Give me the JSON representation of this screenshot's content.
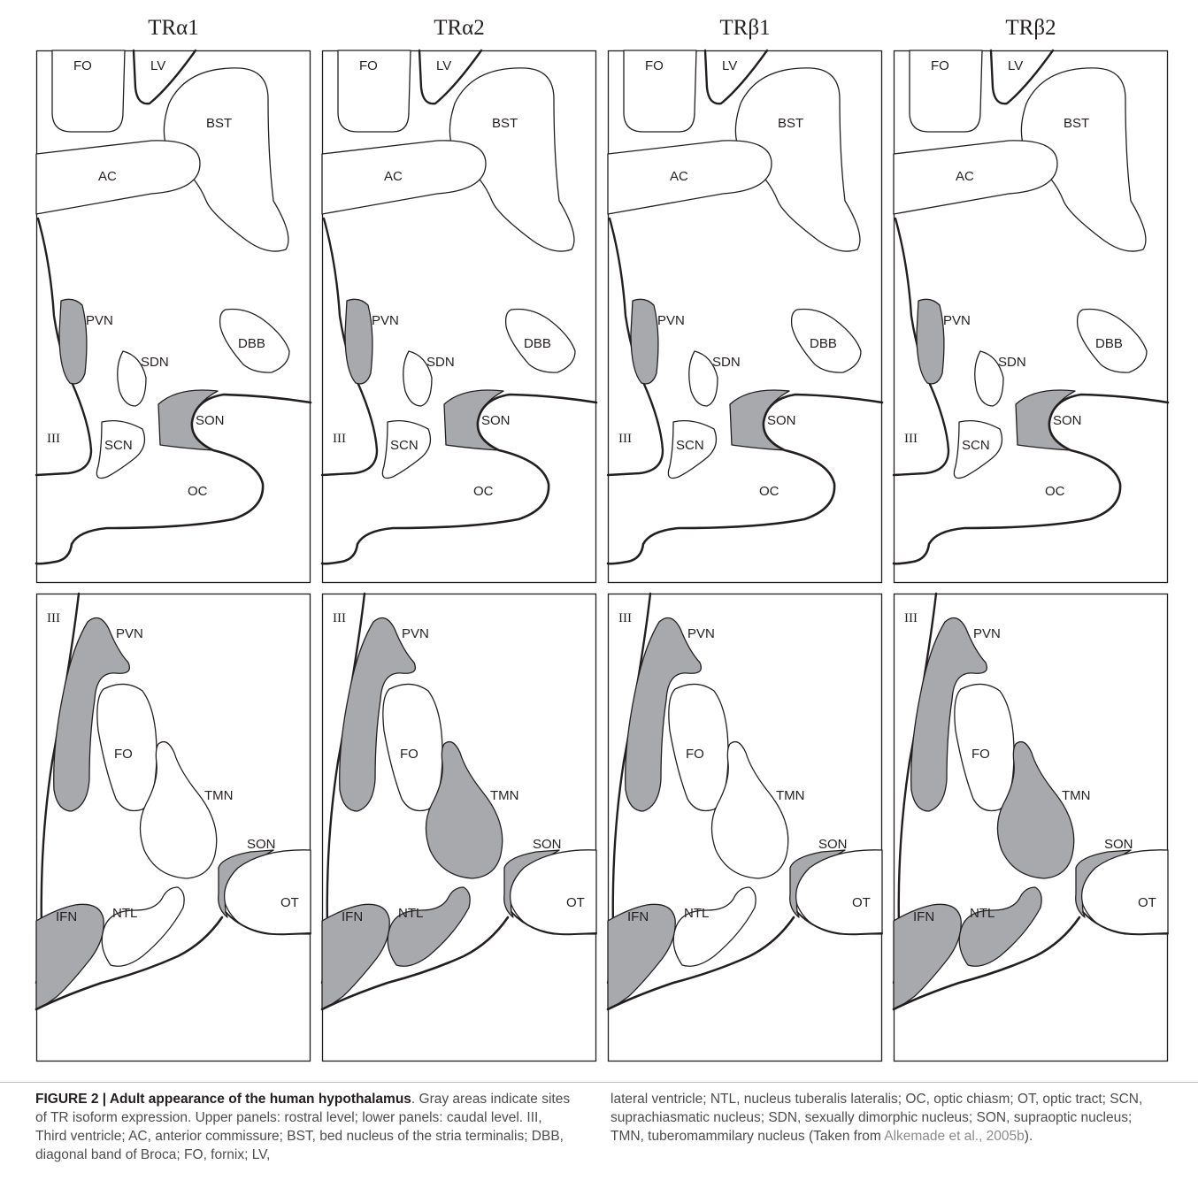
{
  "columns": [
    "TRα1",
    "TRα2",
    "TRβ1",
    "TRβ2"
  ],
  "upper_labels": {
    "fo": "FO",
    "lv": "LV",
    "bst": "BST",
    "ac": "AC",
    "pvn": "PVN",
    "dbb": "DBB",
    "sdn": "SDN",
    "son": "SON",
    "scn": "SCN",
    "third": "III",
    "oc": "OC"
  },
  "lower_labels": {
    "third": "III",
    "pvn": "PVN",
    "fo": "FO",
    "tmn": "TMN",
    "son": "SON",
    "ot": "OT",
    "ifn": "IFN",
    "ntl": "NTL"
  },
  "expression": {
    "TRα1": {
      "upper": [
        "PVN",
        "SON"
      ],
      "lower": [
        "PVN",
        "SON",
        "IFN"
      ]
    },
    "TRα2": {
      "upper": [
        "PVN",
        "SON"
      ],
      "lower": [
        "PVN",
        "SON",
        "IFN",
        "TMN",
        "NTL"
      ]
    },
    "TRβ1": {
      "upper": [
        "PVN",
        "SON"
      ],
      "lower": [
        "PVN",
        "SON",
        "IFN"
      ]
    },
    "TRβ2": {
      "upper": [
        "PVN",
        "SON"
      ],
      "lower": [
        "PVN",
        "SON",
        "IFN",
        "TMN",
        "NTL"
      ]
    }
  },
  "colors": {
    "expressed_fill": "#a7a9ac",
    "outline": "#231f20",
    "background": "#ffffff"
  },
  "caption": {
    "figure_label": "FIGURE 2 | Adult appearance of the human hypothalamus",
    "text_left": ". Gray areas indicate sites of TR isoform expression. Upper panels: rostral level; lower panels: caudal level. III, Third ventricle; AC, anterior commissure; BST, bed nucleus of the stria terminalis; DBB, diagonal band of Broca; FO, fornix; LV,",
    "text_right": "lateral ventricle; NTL, nucleus tuberalis lateralis; OC, optic chiasm; OT, optic tract; SCN, suprachiasmatic nucleus; SDN, sexually dimorphic nucleus; SON, supraoptic nucleus; TMN, tuberomammilary nucleus (Taken from ",
    "citation": "Alkemade et al., 2005b",
    "text_end": ")."
  }
}
